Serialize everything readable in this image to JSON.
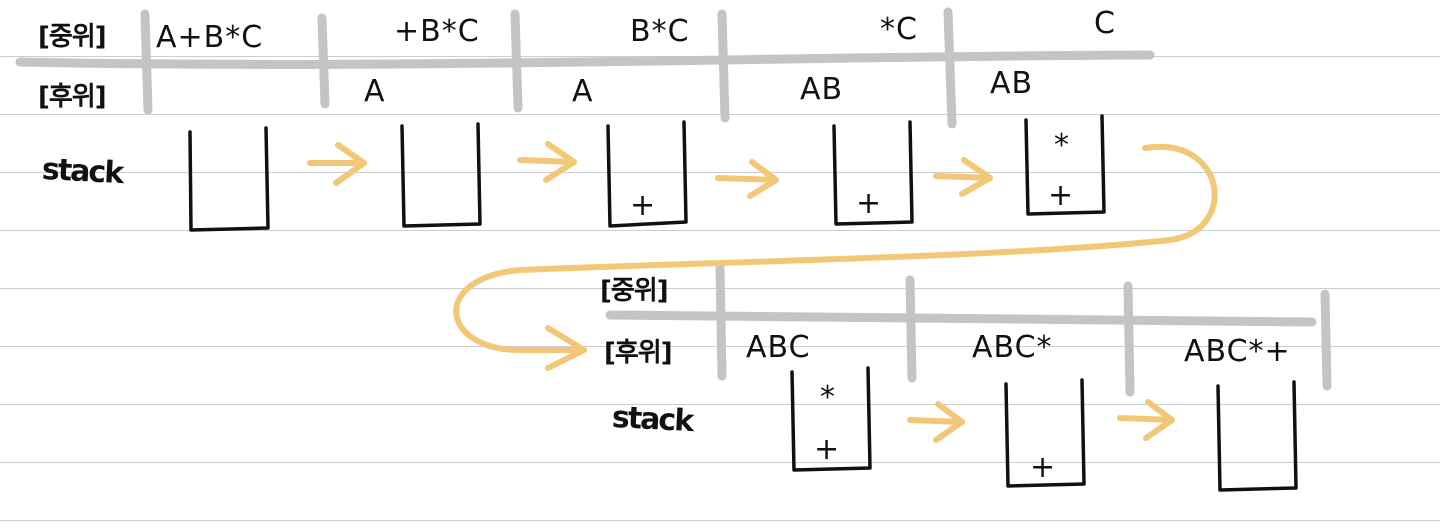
{
  "labels": {
    "infix": "[중위]",
    "postfix": "[후위]",
    "stack": "stack"
  },
  "row1": {
    "infix": [
      "A+B*C",
      "+B*C",
      "B*C",
      "*C",
      "C"
    ],
    "postfix": [
      "",
      "A",
      "A",
      "AB",
      "AB"
    ],
    "stacks": [
      [],
      [],
      [
        "+"
      ],
      [
        "+"
      ],
      [
        "+",
        "*"
      ]
    ]
  },
  "row2": {
    "infix": [
      "",
      "",
      ""
    ],
    "postfix": [
      "ABC",
      "ABC*",
      "ABC*+"
    ],
    "stacks": [
      [
        "+",
        "*"
      ],
      [
        "+"
      ],
      []
    ]
  },
  "colors": {
    "arrow": "#f2c777",
    "divider": "#c4c4c4",
    "ink": "#111111"
  }
}
